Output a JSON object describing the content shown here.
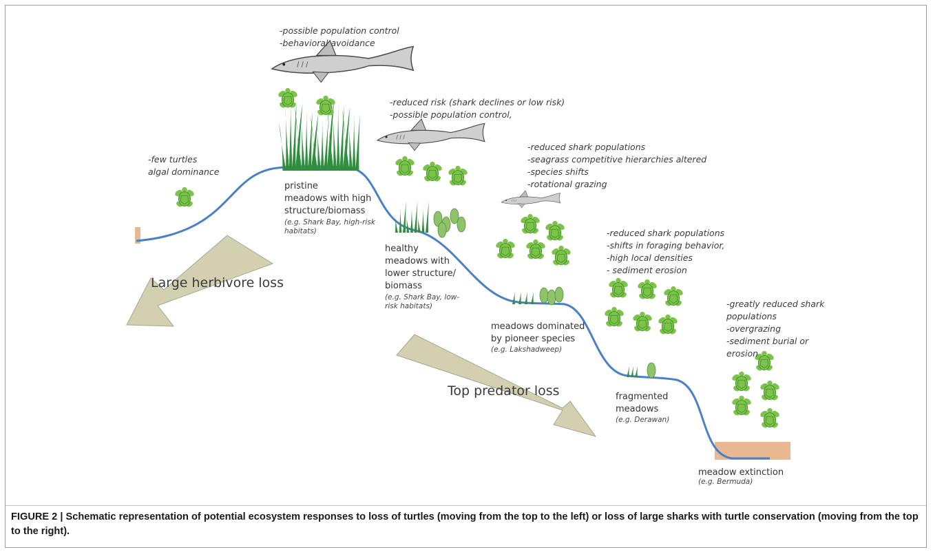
{
  "annotations": {
    "algal": [
      "-few turtles",
      "algal dominance"
    ],
    "pristine": [
      "-possible population control",
      "-behavioral avoidance"
    ],
    "healthy": [
      "-reduced risk (shark declines or low risk)",
      "-possible population control,"
    ],
    "pioneer": [
      "-reduced shark populations",
      "-seagrass competitive hierarchies altered",
      "-species shifts",
      "-rotational grazing"
    ],
    "fragmented": [
      "-reduced shark populations",
      "-shifts in foraging behavior,",
      "-high local densities",
      "- sediment erosion"
    ],
    "extinction": [
      "-greatly reduced shark",
      "populations",
      "-overgrazing",
      "-sediment burial or",
      "erosion"
    ]
  },
  "stages": {
    "pristine": {
      "label": [
        "pristine",
        "meadows with high",
        "structure/biomass"
      ],
      "example": [
        "(e.g. Shark Bay, high-risk",
        "habitats)"
      ]
    },
    "healthy": {
      "label": [
        "healthy",
        "meadows with",
        "lower structure/",
        "biomass"
      ],
      "example": [
        "(e.g. Shark Bay, low-",
        "risk habitats)"
      ]
    },
    "pioneer": {
      "label": [
        "meadows dominated",
        "by pioneer species"
      ],
      "example": [
        "(e.g. Lakshadweep)"
      ]
    },
    "fragmented": {
      "label": [
        "fragmented",
        "meadows"
      ],
      "example": [
        "(e.g. Derawan)"
      ]
    },
    "extinction": {
      "label": [
        "meadow extinction"
      ],
      "example": [
        "(e.g. Bermuda)"
      ]
    }
  },
  "arrows": {
    "herbivore": "Large herbivore loss",
    "predator": "Top predator loss"
  },
  "colors": {
    "curve": "#4a80c8",
    "arrow_fill": "#d3d0b2",
    "arrow_stroke": "#a8a58a",
    "turtle": "#7cc34a",
    "turtle_dark": "#3f8a2a",
    "seagrass": "#2f8f3f",
    "sediment": "#e8b890"
  },
  "caption": {
    "figure_label": "FIGURE 2 |",
    "text": " Schematic representation of potential ecosystem responses to loss of turtles (moving from the top to the left) or loss of large sharks with turtle conservation (moving from the top to the right)."
  }
}
